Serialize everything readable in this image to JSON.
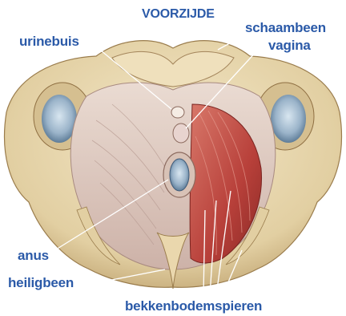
{
  "figure": {
    "top_label": "VOORZIJDE",
    "labels": {
      "urinebuis": "urinebuis",
      "schaambeen": "schaambeen",
      "vagina": "vagina",
      "anus": "anus",
      "heiligbeen": "heiligbeen",
      "bekkenbodemspieren": "bekkenbodemspieren"
    },
    "colors": {
      "label_text": "#2b5aa8",
      "bone": "#e8d9b4",
      "bone_shadow": "#b89a66",
      "muscle_pale": "#dcc4bb",
      "muscle_red": "#c0463c",
      "cavity_blue": "#9ab3c9",
      "leader_line": "#ffffff"
    }
  }
}
